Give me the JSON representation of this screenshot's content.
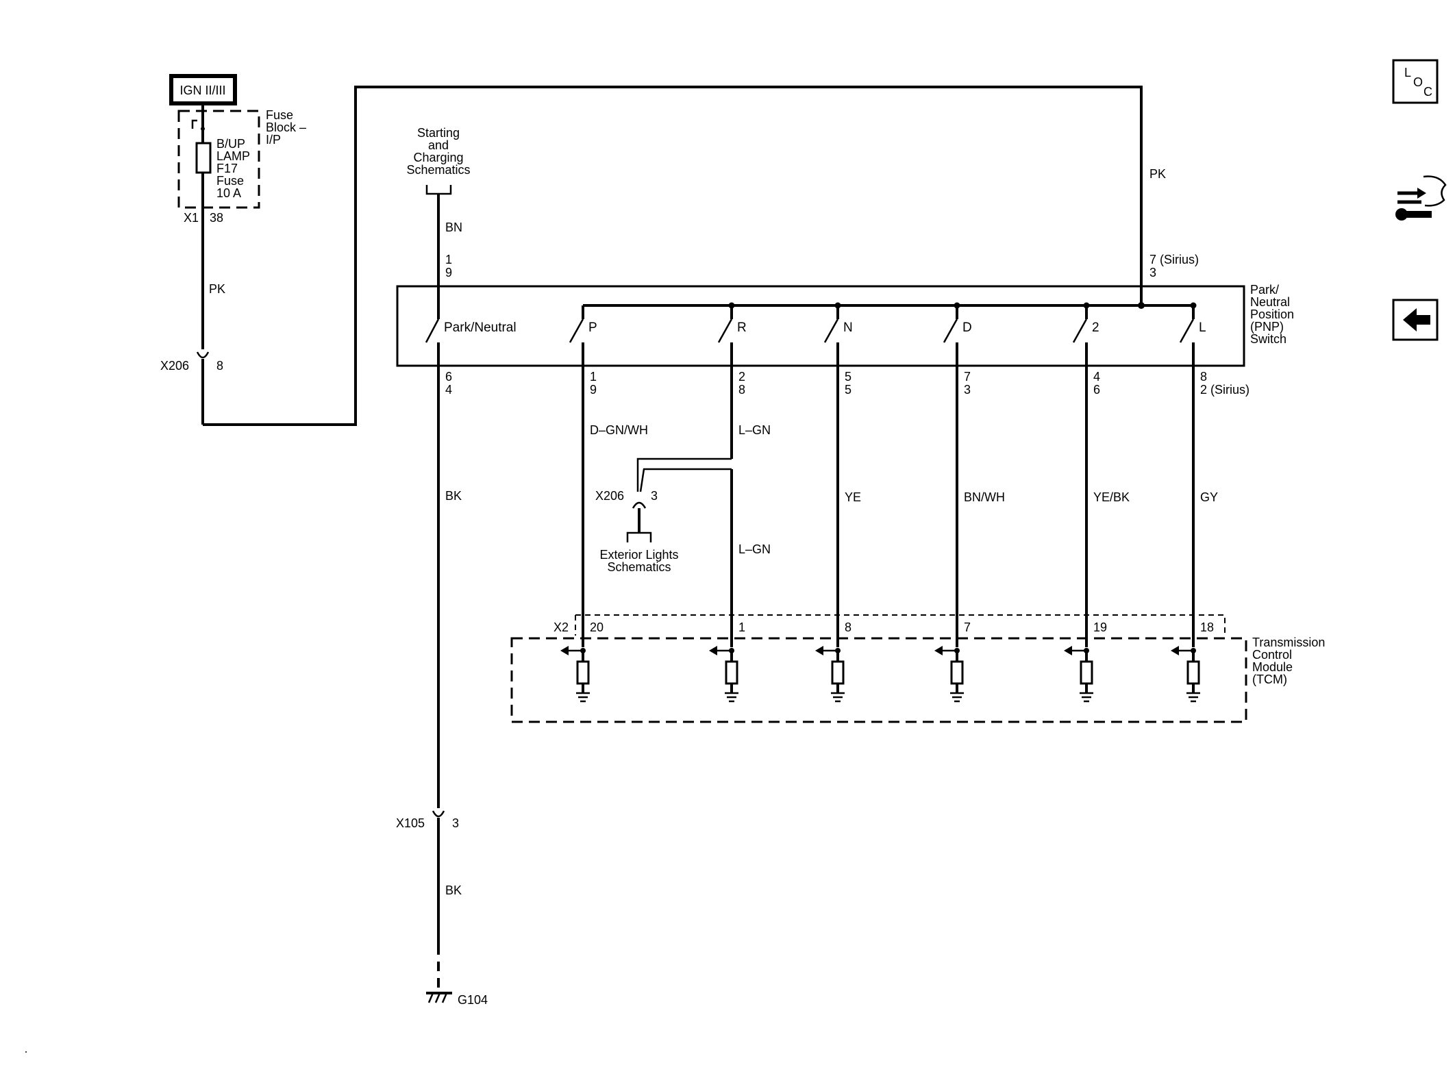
{
  "power": {
    "ign": "IGN II/III"
  },
  "fuse_block": {
    "label": [
      "Fuse",
      "Block –",
      "I/P"
    ],
    "fuse": [
      "B/UP",
      "LAMP",
      "F17",
      "Fuse",
      "10 A"
    ],
    "conn": "X1",
    "pin": "38"
  },
  "wires": {
    "pk_left": "PK",
    "pk_top": "PK",
    "bn": "BN",
    "bk_upper": "BK",
    "bk_lower": "BK",
    "p": "D–GN/WH",
    "r_upper": "L–GN",
    "r_lower": "L–GN",
    "n": "YE",
    "d": "BN/WH",
    "two": "YE/BK",
    "l": "GY"
  },
  "connectors": {
    "x206_left": {
      "name": "X206",
      "pin": "8"
    },
    "x206_mid": {
      "name": "X206",
      "pin": "3"
    },
    "x105": {
      "name": "X105",
      "pin": "3"
    },
    "x2": {
      "name": "X2"
    }
  },
  "ref_starting": [
    "Starting",
    "and",
    "Charging",
    "Schematics"
  ],
  "ref_exterior": [
    "Exterior Lights",
    "Schematics"
  ],
  "pnp": {
    "label": [
      "Park/",
      "Neutral",
      "Position",
      "(PNP)",
      "Switch"
    ],
    "switches": [
      "Park/Neutral",
      "P",
      "R",
      "N",
      "D",
      "2",
      "L"
    ],
    "top_pins": {
      "bn": [
        "1",
        "9"
      ],
      "pk": [
        "7 (Sirius)",
        "3"
      ]
    },
    "bottom_pins": [
      [
        "6",
        "4"
      ],
      [
        "1",
        "9"
      ],
      [
        "2",
        "8"
      ],
      [
        "5",
        "5"
      ],
      [
        "7",
        "3"
      ],
      [
        "4",
        "6"
      ],
      [
        "8",
        "2 (Sirius)"
      ]
    ]
  },
  "tcm": {
    "label": [
      "Transmission",
      "Control",
      "Module",
      "(TCM)"
    ],
    "pins": [
      "20",
      "1",
      "8",
      "7",
      "19",
      "18"
    ]
  },
  "ground": {
    "name": "G104"
  },
  "side_icons": {
    "loc": {
      "l": "L",
      "o": "O",
      "c": "C"
    },
    "items": [
      "loc-icon",
      "connector-tool-icon",
      "back-arrow-icon"
    ]
  }
}
